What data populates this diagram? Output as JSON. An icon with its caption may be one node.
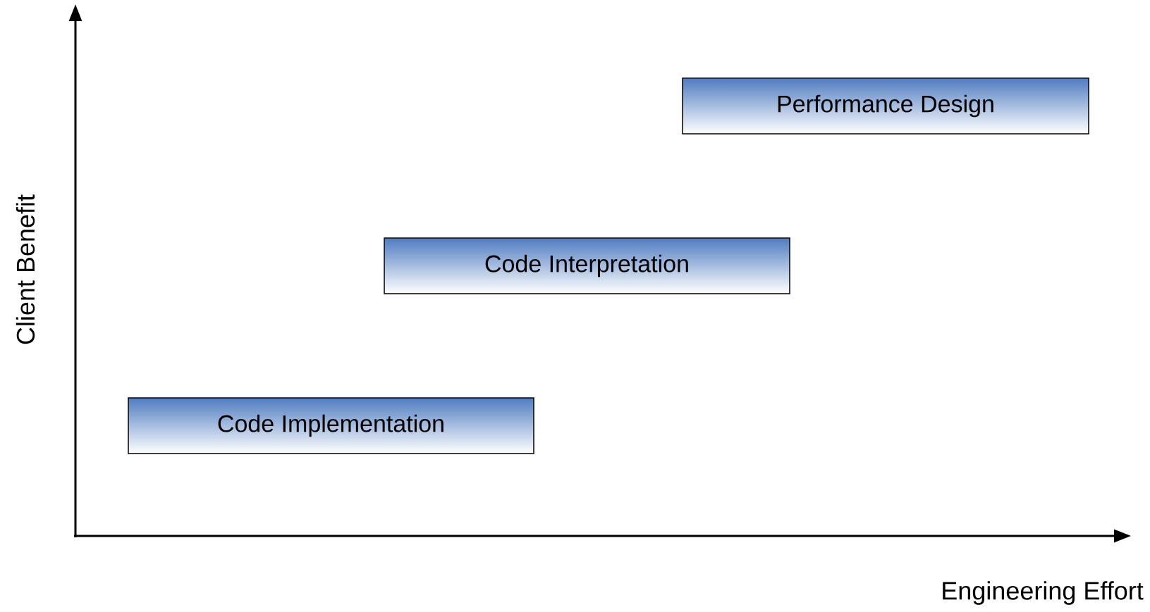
{
  "diagram": {
    "nodes": [
      {
        "text": [
          "Performance Design"
        ]
      },
      {
        "text": [
          "Code Interpretation"
        ]
      },
      {
        "text": [
          "Code Implementation"
        ]
      }
    ],
    "labels": [
      "Client Benefit",
      "Engineering Effort"
    ]
  }
}
